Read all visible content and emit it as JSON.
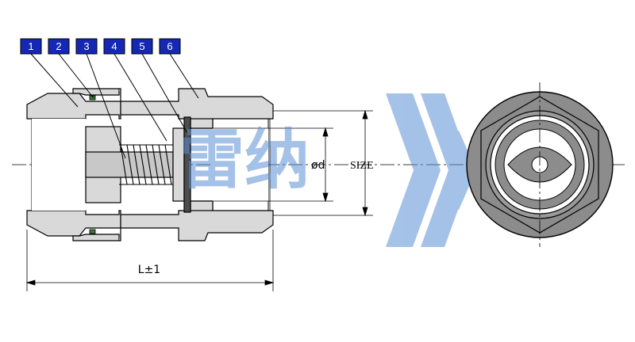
{
  "callouts": [
    {
      "label": "1"
    },
    {
      "label": "2"
    },
    {
      "label": "3"
    },
    {
      "label": "4"
    },
    {
      "label": "5"
    },
    {
      "label": "6"
    }
  ],
  "dimensions": {
    "length": "L±1",
    "bore": "ød",
    "size": "SIZE"
  },
  "watermark": {
    "text": "雷纳",
    "color": "#5b8fd6"
  },
  "colors": {
    "body_fill": "#d9d9d9",
    "face_fill": "#c8c8c8",
    "seal_fill": "#4d4d4d",
    "oring_fill": "#3f7a3a",
    "callout_fill": "#1428b4"
  }
}
